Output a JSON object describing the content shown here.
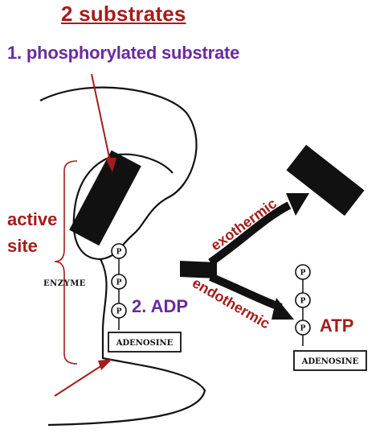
{
  "title": "2 substrates",
  "substrate_label": "1. phosphorylated substrate",
  "active_site_line1": "active",
  "active_site_line2": "site",
  "enzyme_label": "ENZYME",
  "adp_label": "2. ADP",
  "atp_label": "ATP",
  "exothermic_label": "exothermic",
  "endothermic_label": "endothermic",
  "adenosine_label": "ADENOSINE",
  "phosphate_label": "P",
  "colors": {
    "red": "#a61c1c",
    "purple": "#6a2aa0",
    "black": "#111111"
  }
}
